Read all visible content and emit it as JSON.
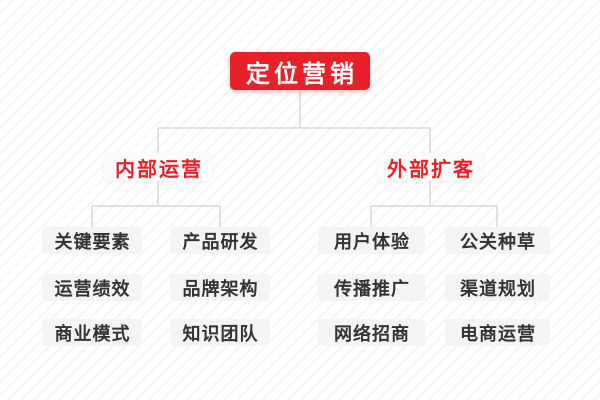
{
  "colors": {
    "accent_red": "#e62129",
    "root_text": "#ffffff",
    "branch_text": "#e62129",
    "leaf_text": "#333333",
    "leaf_bg": "#f4f4f4",
    "branch_bg": "#fbfbfb",
    "connector_line": "#c5c5c5",
    "background_stripe": "#f2f2f2"
  },
  "tree": {
    "root": {
      "label": "定位营销"
    },
    "branches": [
      {
        "label": "内部运营",
        "columns": [
          {
            "items": [
              "关键要素",
              "运营绩效",
              "商业模式"
            ]
          },
          {
            "items": [
              "产品研发",
              "品牌架构",
              "知识团队"
            ]
          }
        ]
      },
      {
        "label": "外部扩客",
        "columns": [
          {
            "items": [
              "用户体验",
              "传播推广",
              "网络招商"
            ]
          },
          {
            "items": [
              "公关种草",
              "渠道规划",
              "电商运营"
            ]
          }
        ]
      }
    ]
  }
}
